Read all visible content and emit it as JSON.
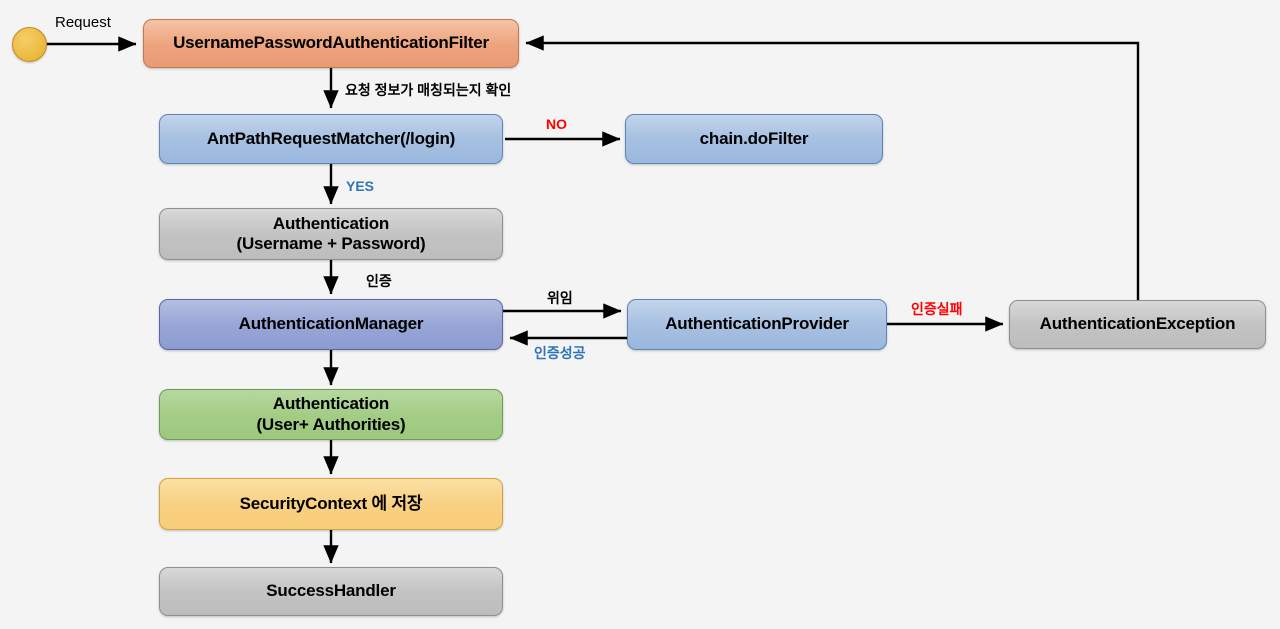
{
  "diagram": {
    "title": "Spring Security UsernamePasswordAuthenticationFilter flow",
    "background": "#f4f4f4",
    "nodes": {
      "start": {
        "label": "",
        "shape": "circle",
        "color": "#eebd45"
      },
      "filter": {
        "label": "UsernamePasswordAuthenticationFilter",
        "color": "#eda47e"
      },
      "matcher": {
        "label": "AntPathRequestMatcher(/login)",
        "color": "#a8c1e2"
      },
      "chain": {
        "label": "chain.doFilter",
        "color": "#a8c1e2"
      },
      "auth_input": {
        "label": "Authentication\n(Username + Password)",
        "color": "#c3c3c3"
      },
      "manager": {
        "label": "AuthenticationManager",
        "color": "#98a6d6"
      },
      "provider": {
        "label": "AuthenticationProvider",
        "color": "#a8c1e2"
      },
      "exception": {
        "label": "AuthenticationException",
        "color": "#c3c3c3"
      },
      "auth_result": {
        "label": "Authentication\n(User+ Authorities)",
        "color": "#a3cd86"
      },
      "security_context": {
        "label": "SecurityContext 에 저장",
        "color": "#f9d183"
      },
      "success_handler": {
        "label": "SuccessHandler",
        "color": "#c3c3c3"
      }
    },
    "edge_labels": {
      "request": "Request",
      "match_check": "요청 정보가 매칭되는지 확인",
      "no": "NO",
      "yes": "YES",
      "authenticate": "인증",
      "delegate": "위임",
      "auth_success": "인증성공",
      "auth_failure": "인증실패"
    },
    "colors": {
      "label_red": "#ff0000",
      "label_blue": "#2e74b5",
      "arrow": "#000000"
    }
  }
}
